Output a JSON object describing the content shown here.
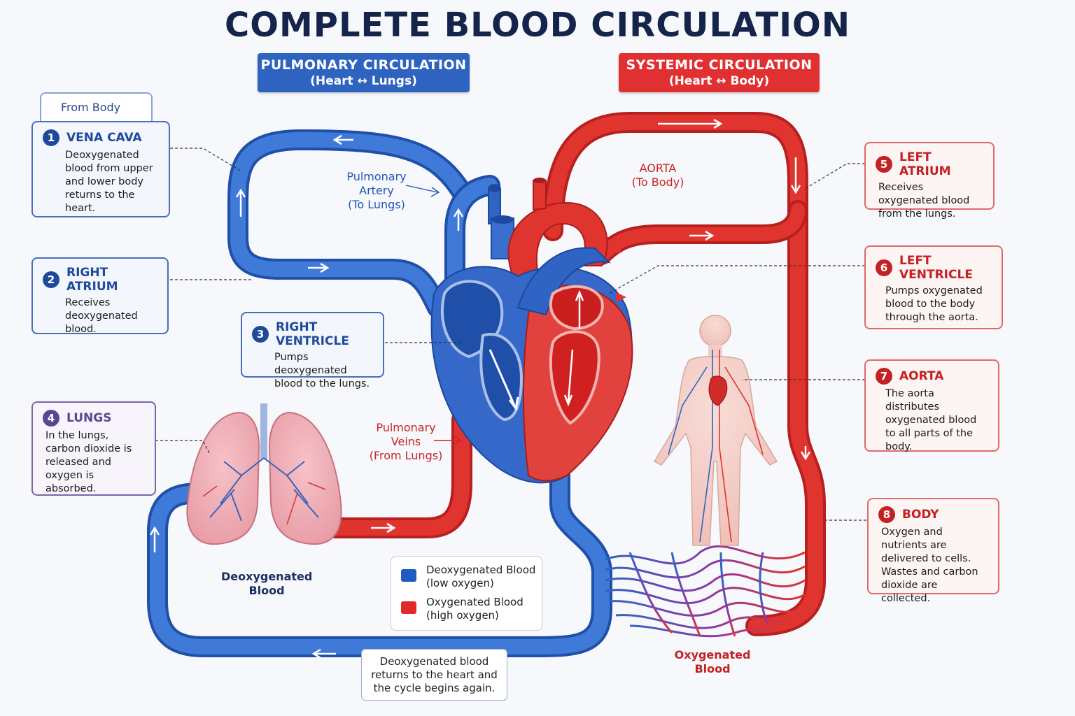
{
  "title": "COMPLETE BLOOD CIRCULATION",
  "banners": {
    "pulmonary": {
      "title": "PULMONARY CIRCULATION",
      "subtitle": "(Heart ↔ Lungs)"
    },
    "systemic": {
      "title": "SYSTEMIC CIRCULATION",
      "subtitle": "(Heart ↔ Body)"
    }
  },
  "from_body": "From Body",
  "steps": [
    {
      "num": "1",
      "title": "VENA CAVA",
      "text": "Deoxygenated blood from upper and lower body returns to the heart."
    },
    {
      "num": "2",
      "title": "RIGHT ATRIUM",
      "text": "Receives deoxygenated blood."
    },
    {
      "num": "3",
      "title": "RIGHT VENTRICLE",
      "text": "Pumps deoxygenated blood to the lungs."
    },
    {
      "num": "4",
      "title": "LUNGS",
      "text": "In the lungs, carbon dioxide is released and oxygen is absorbed."
    },
    {
      "num": "5",
      "title": "LEFT ATRIUM",
      "text": "Receives oxygenated blood from the lungs."
    },
    {
      "num": "6",
      "title": "LEFT VENTRICLE",
      "text": "Pumps oxygenated blood to the body through the aorta."
    },
    {
      "num": "7",
      "title": "AORTA",
      "text": "The aorta distributes oxygenated blood to all parts of the body."
    },
    {
      "num": "8",
      "title": "BODY",
      "text": "Oxygen and nutrients are delivered to cells. Wastes and carbon dioxide are collected."
    }
  ],
  "labels": {
    "pulmonary_artery": {
      "line1": "Pulmonary",
      "line2": "Artery",
      "line3": "(To Lungs)"
    },
    "aorta": {
      "line1": "AORTA",
      "line2": "(To Body)"
    },
    "pulmonary_veins": {
      "line1": "Pulmonary",
      "line2": "Veins",
      "line3": "(From Lungs)"
    },
    "deoxygenated": {
      "line1": "Deoxygenated",
      "line2": "Blood"
    },
    "oxygenated": {
      "line1": "Oxygenated",
      "line2": "Blood"
    }
  },
  "legend": [
    {
      "line1": "Deoxygenated Blood",
      "line2": "(low oxygen)",
      "color": "#1f5bc0"
    },
    {
      "line1": "Oxygenated Blood",
      "line2": "(high oxygen)",
      "color": "#e22a2a"
    }
  ],
  "return_note": "Deoxygenated blood returns to the heart and the cycle begins again.",
  "colors": {
    "blue": "#2f64c4",
    "red": "#e0342f"
  }
}
